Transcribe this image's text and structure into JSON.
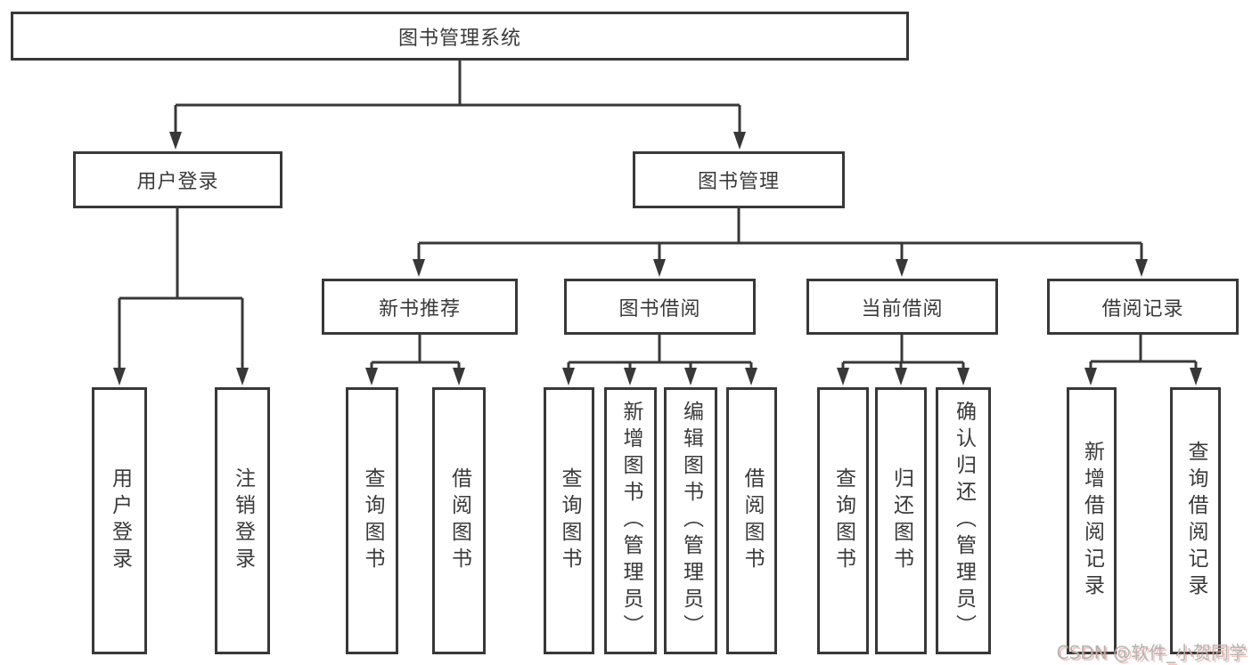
{
  "diagram": {
    "root": {
      "label": "图书管理系统"
    },
    "level1": [
      {
        "label": "用户登录"
      },
      {
        "label": "图书管理"
      }
    ],
    "level2": [
      {
        "label": "新书推荐"
      },
      {
        "label": "图书借阅"
      },
      {
        "label": "当前借阅"
      },
      {
        "label": "借阅记录"
      }
    ],
    "leaves": {
      "user_login": [
        "用户登录",
        "注销登录"
      ],
      "new_book": [
        "查询图书",
        "借阅图书"
      ],
      "book_borrow": [
        "查询图书",
        "新增图书（管理员）",
        "编辑图书（管理员）",
        "借阅图书"
      ],
      "current_borrow": [
        "查询图书",
        "归还图书",
        "确认归还（管理员）"
      ],
      "borrow_record": [
        "新增借阅记录",
        "查询借阅记录"
      ]
    }
  },
  "watermark": {
    "text": "CSDN @软件_小贺同学"
  },
  "colors": {
    "background": "#ffffff",
    "line": "#383838",
    "text": "#3a3a3a",
    "watermark_gray": "#b3b3b3",
    "watermark_accent": "#e4604e"
  }
}
